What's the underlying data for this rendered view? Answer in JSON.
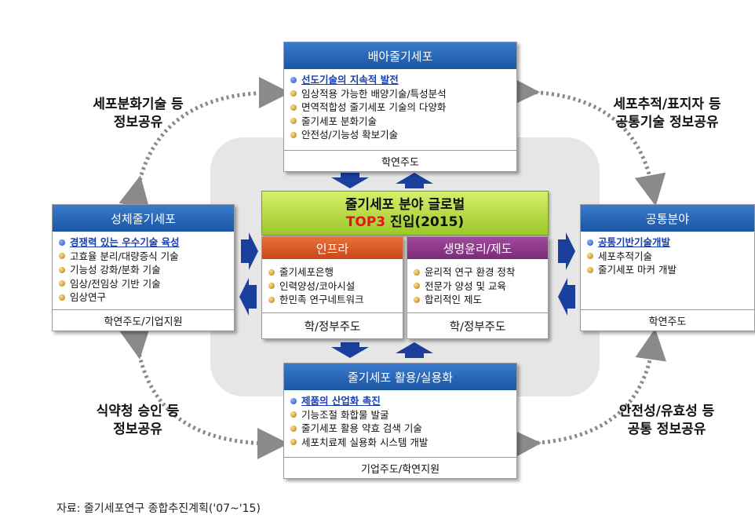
{
  "top_box": {
    "title": "배아줄기세포",
    "items": [
      "선도기술의 지속적 발전",
      "임상적용 가능한 배양기술/특성분석",
      "면역적합성 줄기세포 기술의 다양화",
      "줄기세포 분화기술",
      "안전성/기능성 확보기술"
    ],
    "footer": "학연주도"
  },
  "left_box": {
    "title": "성체줄기세포",
    "items": [
      "경쟁력 있는 우수기술 육성",
      "고효율 분리/대량증식 기술",
      "기능성 강화/분화 기술",
      "임상/전임상 기반 기술",
      "임상연구"
    ],
    "footer": "학연주도/기업지원"
  },
  "right_box": {
    "title": "공통분야",
    "items": [
      "공통기반기술개발",
      "세포추적기술",
      "줄기세포 마커 개발"
    ],
    "footer": "학연주도"
  },
  "bottom_box": {
    "title": "줄기세포 활용/실용화",
    "items": [
      "제품의 산업화 촉진",
      "기능조절 화합물 발굴",
      "줄기세포 활용 약효 검색 기술",
      "세포치료제 실용화 시스템 개발"
    ],
    "footer": "기업주도/학연지원"
  },
  "center": {
    "line1": "줄기세포 분야 글로벌",
    "top3": "TOP3",
    "line2_rest": " 진입(2015)"
  },
  "infra_box": {
    "title": "인프라",
    "items": [
      "줄기세포은행",
      "인력양성/코아시설",
      "한민족 연구네트워크"
    ],
    "footer": "학/정부주도"
  },
  "ethics_box": {
    "title": "생명윤리/제도",
    "items": [
      "윤리적 연구 환경 정착",
      "전문가 양성 및 교육",
      "합리적인 제도"
    ],
    "footer": "학/정부주도"
  },
  "callouts": {
    "top_left": [
      "세포분화기술 등",
      "정보공유"
    ],
    "top_right": [
      "세포추적/표지자 등",
      "공통기술 정보공유"
    ],
    "bottom_left": [
      "식약청 승인 등",
      "정보공유"
    ],
    "bottom_right": [
      "안전성/유효성 등",
      "공통 정보공유"
    ]
  },
  "source": "자료: 줄기세포연구 종합추진계획('07~'15)",
  "colors": {
    "header_blue": "#1f5fae",
    "arrow_blue": "#1a3f9c",
    "orange": "#d9531e",
    "purple": "#8a3586",
    "green": "#a8cf34",
    "top3_red": "#e8121a"
  }
}
